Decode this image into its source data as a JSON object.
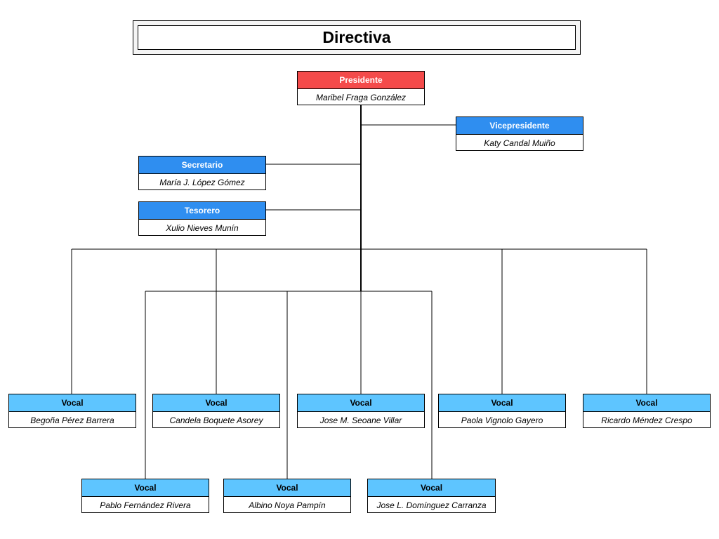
{
  "title": "Directiva",
  "colors": {
    "president": "#f44a4a",
    "officer": "#2f8ef0",
    "vocal": "#5ec5ff"
  },
  "president": {
    "role": "Presidente",
    "name": "Maribel Fraga González"
  },
  "vicepresident": {
    "role": "Vicepresidente",
    "name": "Katy Candal Muiño"
  },
  "secretary": {
    "role": "Secretario",
    "name": "María J. López Gómez"
  },
  "treasurer": {
    "role": "Tesorero",
    "name": "Xulio Nieves Munín"
  },
  "vocals_row1": [
    {
      "role": "Vocal",
      "name": "Begoña Pérez Barrera"
    },
    {
      "role": "Vocal",
      "name": "Candela Boquete Asorey"
    },
    {
      "role": "Vocal",
      "name": "Jose M. Seoane Villar"
    },
    {
      "role": "Vocal",
      "name": "Paola Vignolo Gayero"
    },
    {
      "role": "Vocal",
      "name": "Ricardo Méndez Crespo"
    }
  ],
  "vocals_row2": [
    {
      "role": "Vocal",
      "name": "Pablo Fernández Rivera"
    },
    {
      "role": "Vocal",
      "name": "Albino Noya Pampín"
    },
    {
      "role": "Vocal",
      "name": "Jose L. Domínguez Carranza"
    }
  ]
}
